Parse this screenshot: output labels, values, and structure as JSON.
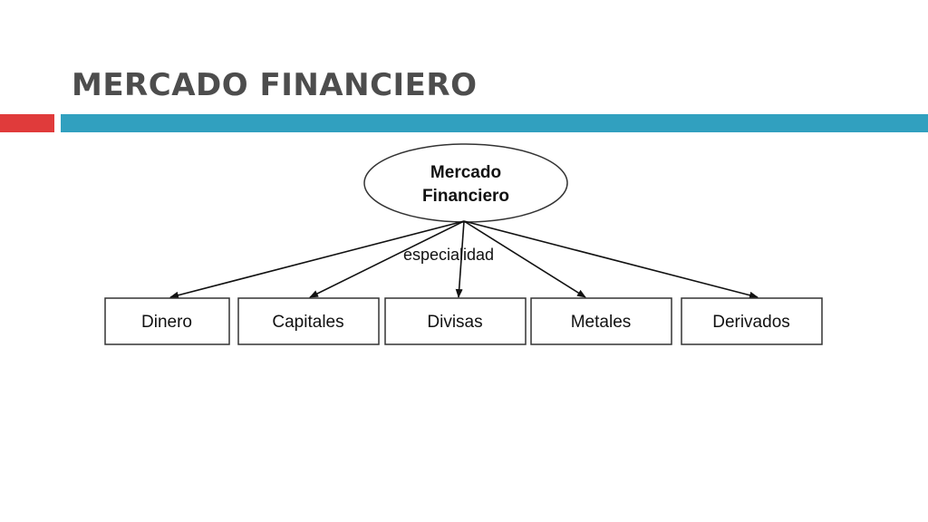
{
  "slide": {
    "title": "MERCADO FINANCIERO",
    "accent_colors": {
      "red": "#e03b3b",
      "blue": "#31a0bf"
    }
  },
  "diagram": {
    "root": {
      "line1": "Mercado",
      "line2": "Financiero"
    },
    "edge_label": "especialidad",
    "children": [
      "Dinero",
      "Capitales",
      "Divisas",
      "Metales",
      "Derivados"
    ]
  }
}
